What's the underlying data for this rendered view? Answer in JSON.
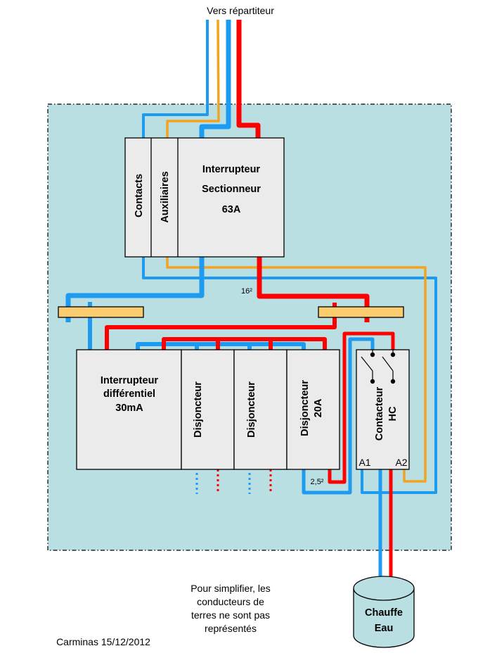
{
  "title": "Vers répartiteur",
  "colors": {
    "enclosure_fill": "#b9dfe3",
    "neutral_wire": "#1c9bf0",
    "phase_wire": "#ff0000",
    "control_wire": "#f4a321",
    "busbar_fill": "#fccd70",
    "module_fill": "#ebebeb"
  },
  "main_switch": {
    "col1": "Contacts",
    "col2": "Auxiliaires",
    "line1": "Interrupteur",
    "line2": "Sectionneur",
    "line3": "63A"
  },
  "cable_section_main": "16²",
  "differential": {
    "line1": "Interrupteur",
    "line2": "différentiel",
    "line3": "30mA"
  },
  "breakers": [
    {
      "line1": "Disjoncteur",
      "line2": ""
    },
    {
      "line1": "Disjoncteur",
      "line2": ""
    },
    {
      "line1": "Disjoncteur",
      "line2": "20A"
    }
  ],
  "cable_section_branch": "2,5²",
  "contactor": {
    "line1": "Contacteur",
    "line2": "HC",
    "terminal_a1": "A1",
    "terminal_a2": "A2"
  },
  "water_heater": {
    "line1": "Chauffe",
    "line2": "Eau"
  },
  "note": [
    "Pour simplifier, les",
    "conducteurs  de",
    "terres ne sont pas",
    "représentés"
  ],
  "author_date": "Carminas 15/12/2012"
}
